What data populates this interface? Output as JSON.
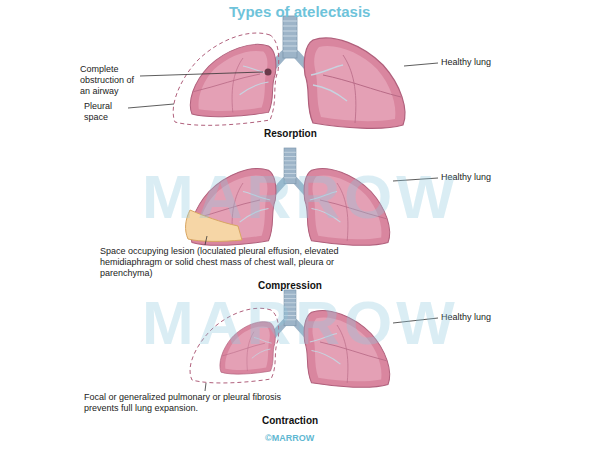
{
  "diagram": {
    "title": "Types of atelectasis",
    "labels": [
      "Complete obstruction of an airway",
      "Pleural space",
      "Healthy lung",
      "Resorption",
      "Healthy lung",
      "Space occupying lesion (loculated pleural effusion, elevated hemidiaphragm or solid chest mass of chest wall, pleura or parenchyma)",
      "Compression",
      "Healthy lung",
      "Focal or generalized pulmonary or pleural fibrosis prevents full lung expansion.",
      "Contraction",
      "©MARROW",
      "MARROW",
      "MARROW"
    ]
  }
}
